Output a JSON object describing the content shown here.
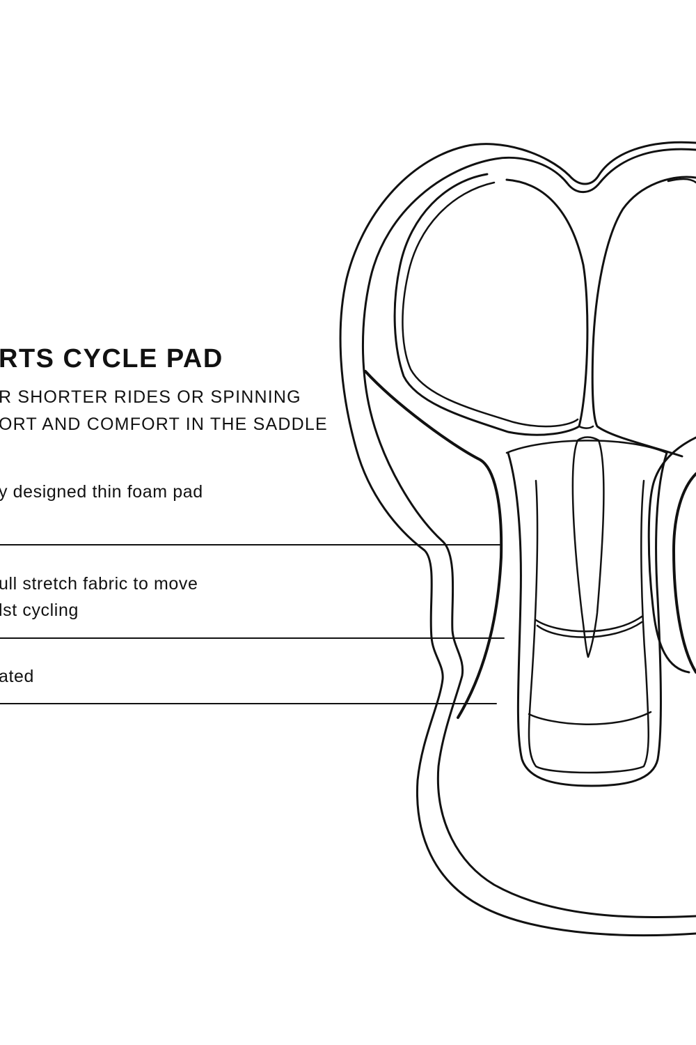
{
  "title": "RTS CYCLE PAD",
  "subtitle": {
    "line1": "R SHORTER RIDES OR SPINNING",
    "line2": "ORT AND COMFORT IN THE SADDLE"
  },
  "features": [
    {
      "lines": [
        "y designed thin foam pad"
      ]
    },
    {
      "lines": [
        "ull stretch fabric to move",
        "lst cycling"
      ]
    },
    {
      "lines": [
        "ated"
      ]
    }
  ],
  "colors": {
    "line": "#111111",
    "background": "#ffffff"
  }
}
